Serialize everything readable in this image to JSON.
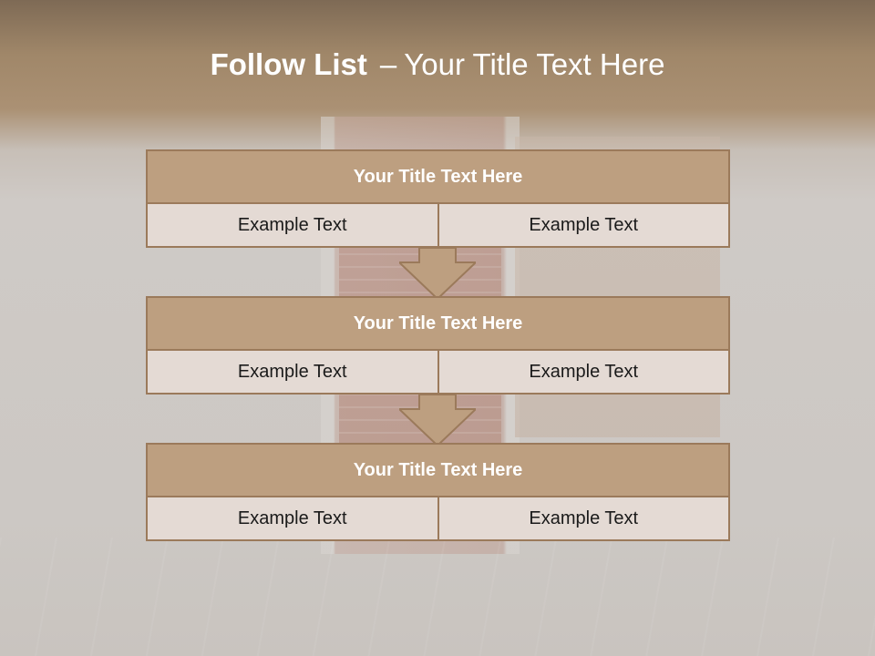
{
  "title": {
    "bold": "Follow List",
    "separator": "–",
    "rest": "Your Title Text Here"
  },
  "blocks": [
    {
      "title": "Your Title Text Here",
      "left": "Example Text",
      "right": "Example Text"
    },
    {
      "title": "Your Title Text Here",
      "left": "Example Text",
      "right": "Example Text"
    },
    {
      "title": "Your Title Text Here",
      "left": "Example Text",
      "right": "Example Text"
    }
  ],
  "colors": {
    "header_fill": "#bd9f80",
    "cell_fill": "#e4dad4",
    "border": "#9b7a5b",
    "arrow": "#bd9f80"
  },
  "icons": [
    "down-arrow-icon",
    "down-arrow-icon"
  ]
}
